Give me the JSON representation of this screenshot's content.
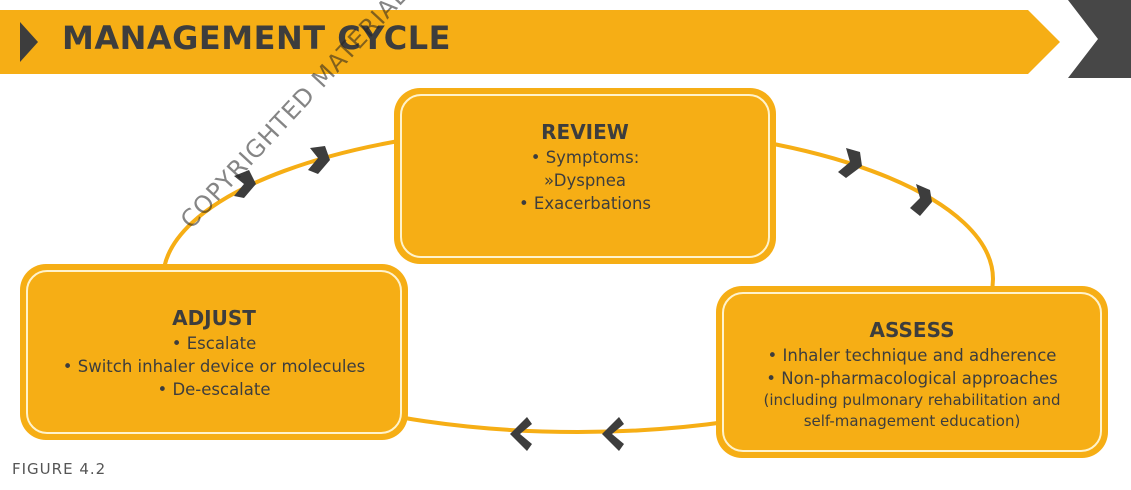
{
  "header": {
    "title": "MANAGEMENT CYCLE"
  },
  "review": {
    "title": "REVIEW",
    "lines": [
      "• Symptoms:",
      "»Dyspnea",
      "• Exacerbations"
    ]
  },
  "adjust": {
    "title": "ADJUST",
    "lines": [
      "• Escalate",
      "• Switch inhaler device or molecules",
      "• De-escalate"
    ]
  },
  "assess": {
    "title": "ASSESS",
    "lines": [
      "• Inhaler technique and adherence",
      "• Non-pharmacological approaches",
      "(including pulmonary rehabilitation and",
      "self-management education)"
    ]
  },
  "watermark": "COPYRIGHTED MATERIAL - DO NOT",
  "figure_label": "FIGURE 4.2",
  "colors": {
    "accent": "#f6ae15",
    "dark": "#3d3d3d",
    "light_border": "#fff3cc"
  }
}
